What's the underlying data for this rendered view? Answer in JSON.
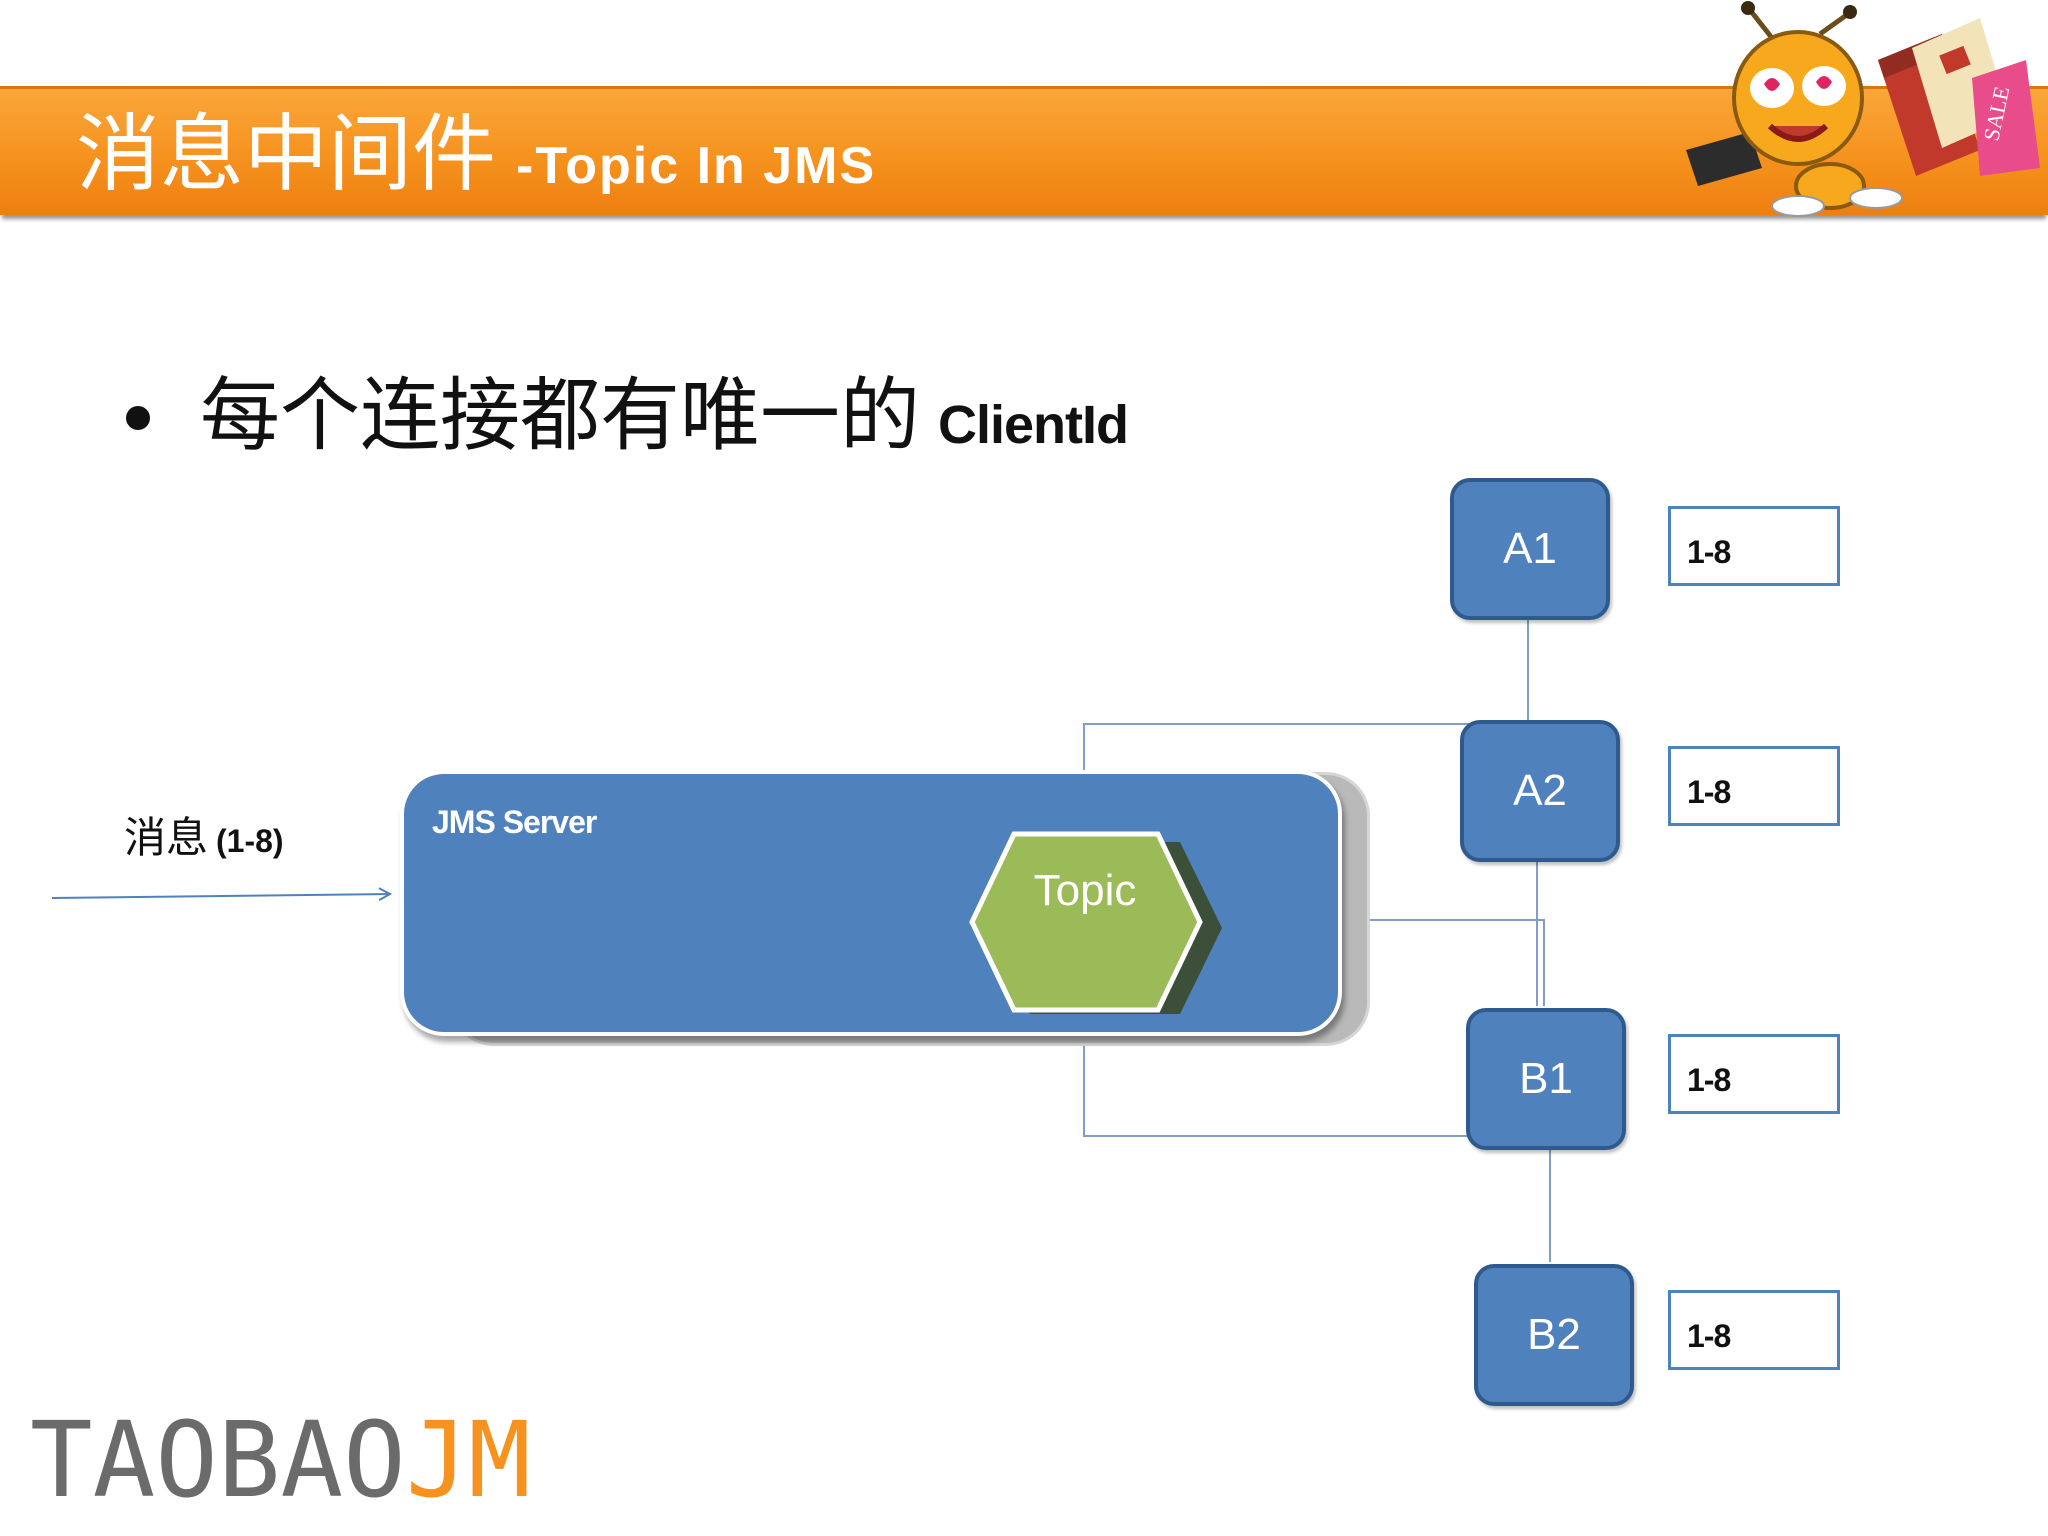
{
  "slide": {
    "title_cn": "消息中间件",
    "title_en": "-Topic In JMS",
    "bullet_cn": "每个连接都有唯一的",
    "bullet_term": "ClientId",
    "message_label_cn": "消息",
    "message_range": "(1-8)",
    "server_label": "JMS Server",
    "topic_label": "Topic",
    "logo_part1": "TAOBAO",
    "logo_part2": "JM"
  },
  "diagram": {
    "clients": [
      {
        "label": "A1",
        "received": "1-8"
      },
      {
        "label": "A2",
        "received": "1-8"
      },
      {
        "label": "B1",
        "received": "1-8"
      },
      {
        "label": "B2",
        "received": "1-8"
      }
    ]
  },
  "colors": {
    "title_bar": "#f6921e",
    "node_blue": "#4f81bd",
    "node_border": "#2f5a8e",
    "topic_green": "#9bbb59",
    "logo_gray": "#6b6b6b",
    "logo_orange": "#f6921e"
  },
  "icons": {
    "mascot": "ant-mascot-with-shopping-bags-icon"
  }
}
